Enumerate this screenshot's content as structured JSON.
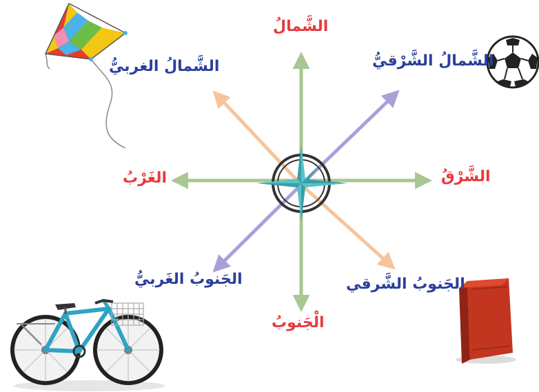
{
  "colors": {
    "cardinal_label": "#e8383d",
    "intercardinal_label": "#2b3f9b",
    "ns_arrow": "#a9c792",
    "ew_arrow": "#a9c792",
    "ne_sw_arrow": "#a9a0d8",
    "nw_se_arrow": "#f6c49c",
    "compass_star": "#53c3cc",
    "compass_ring": "#333333"
  },
  "directions": {
    "north": "الشَّمالُ",
    "south": "الْجَنوبُ",
    "east": "الشَّرْقُ",
    "west": "الغَرْبُ",
    "northeast": "الشَّمالُ الشَّرْقيُّ",
    "northwest": "الشَّمالُ الغربيُّ",
    "southeast": "الجَنوبُ الشَّرقي",
    "southwest": "الجَنوبُ الغَربيُّ"
  },
  "objects": {
    "kite": "kite-icon",
    "ball": "soccer-ball-icon",
    "book": "book-icon",
    "bicycle": "bicycle-icon"
  }
}
